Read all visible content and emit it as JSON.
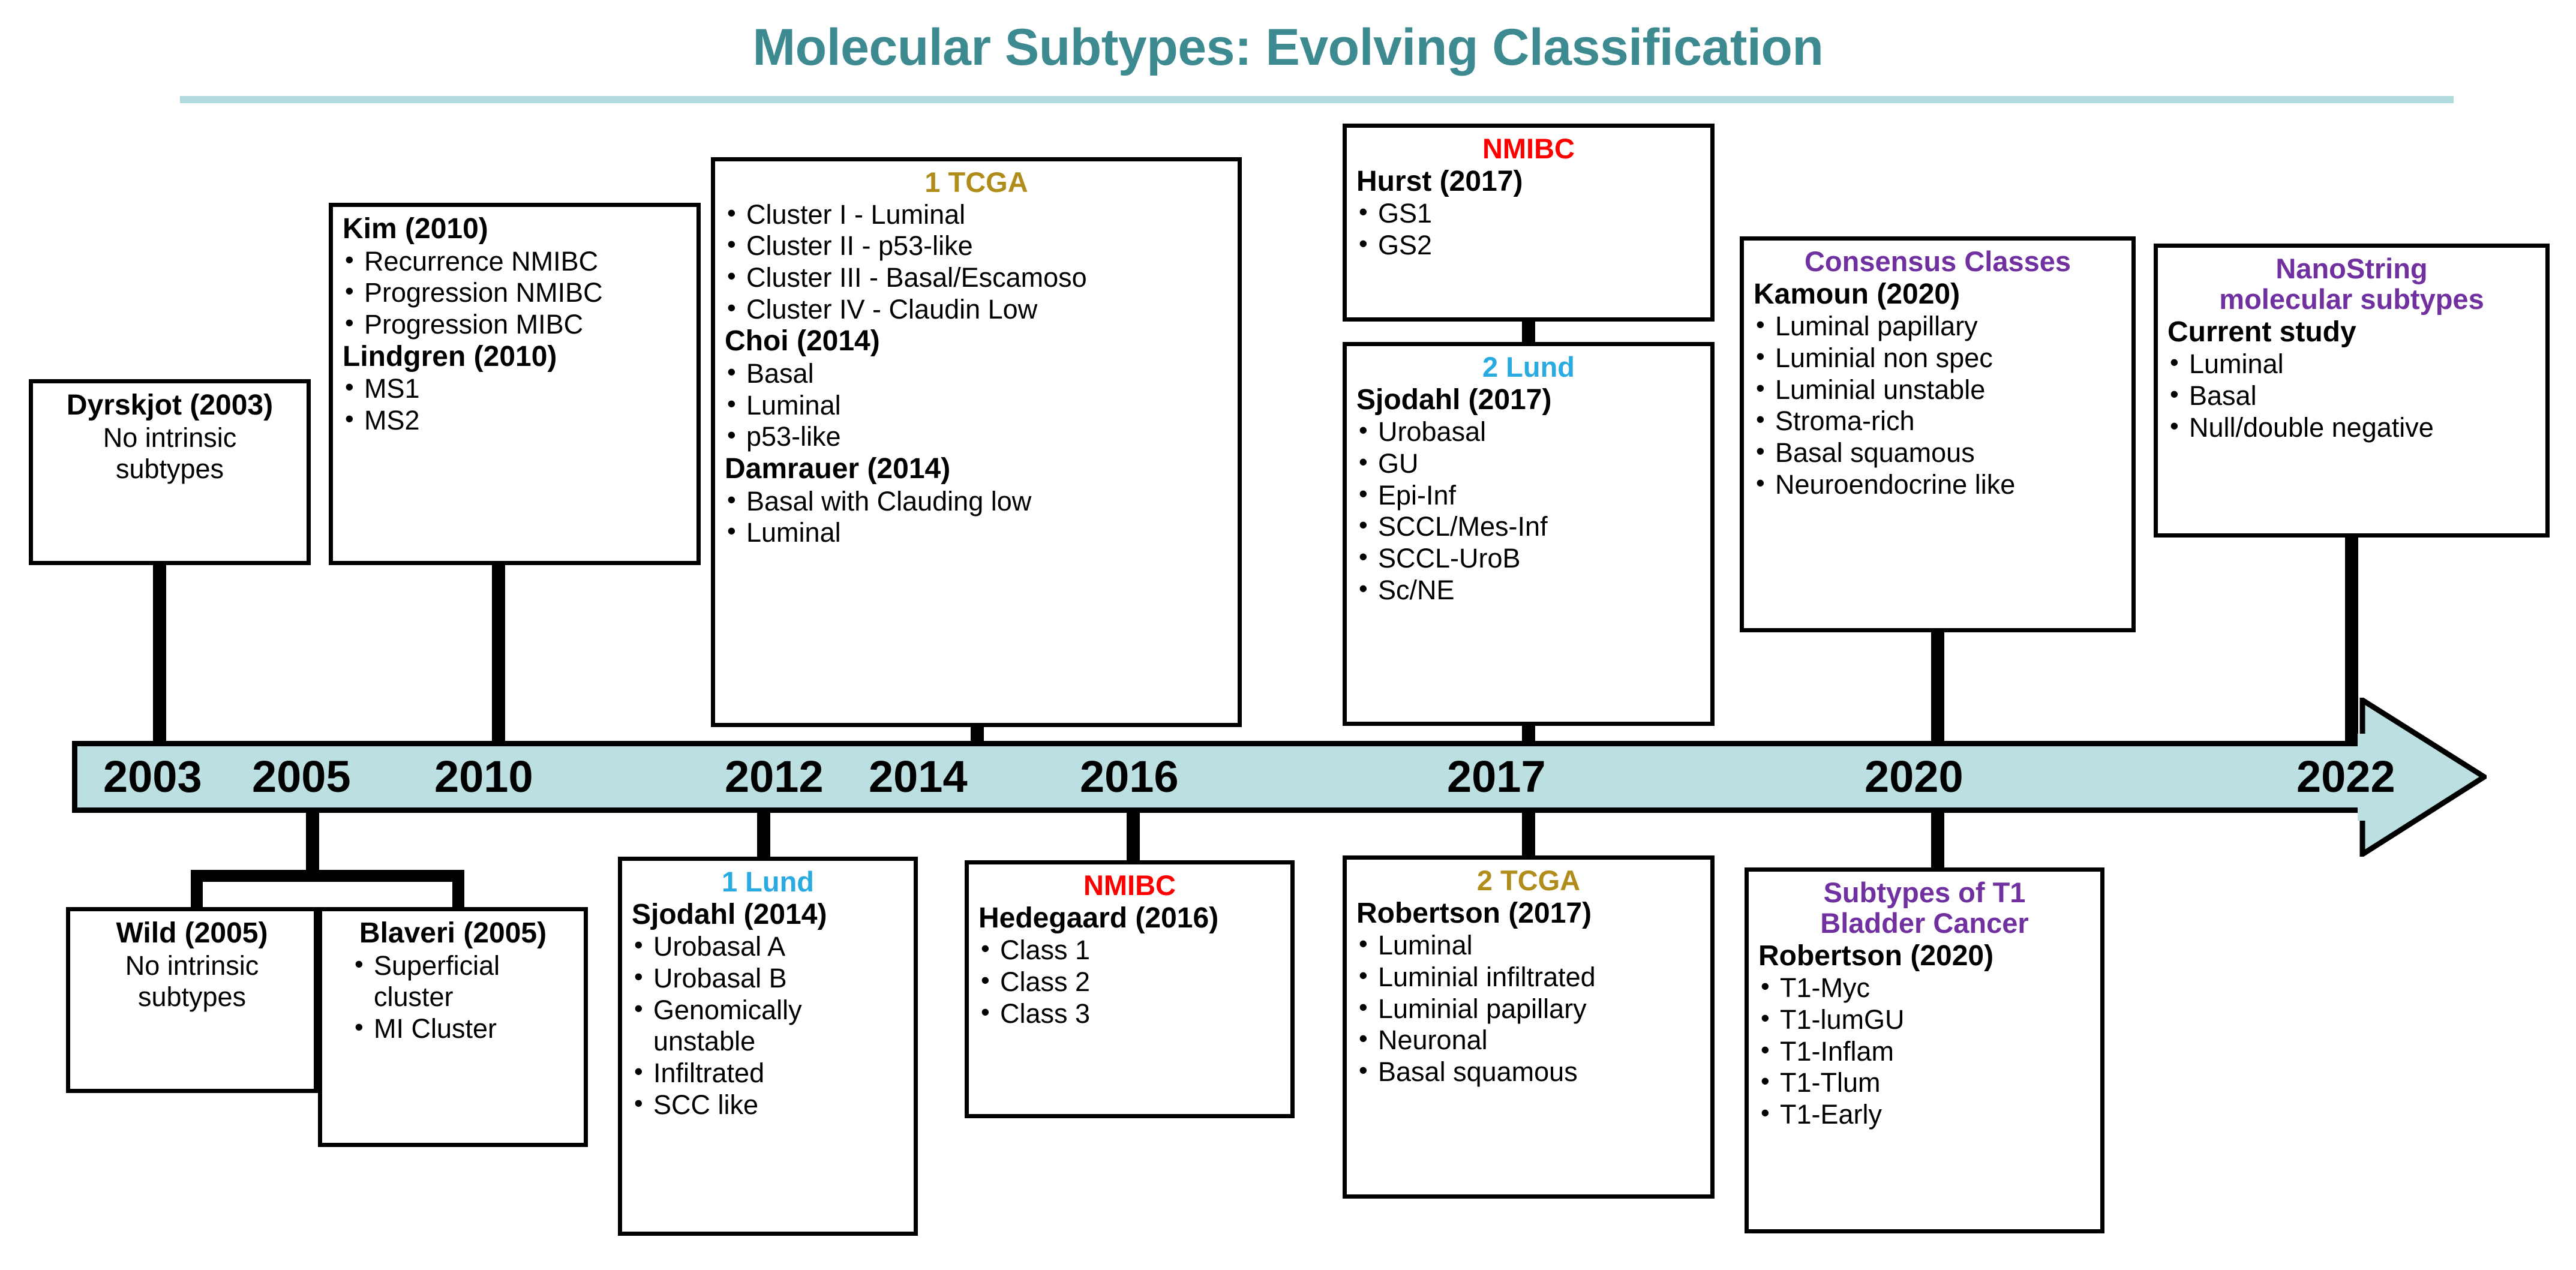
{
  "title": "Molecular Subtypes: Evolving Classification",
  "colors": {
    "title_teal": "#3d8b91",
    "rule_teal": "#b2dbdd",
    "arrow_fill": "#bcdfe1",
    "tcga_gold": "#b08c1a",
    "lund_cyan": "#29ABE2",
    "nmibc_red": "#FF0000",
    "purple": "#7030A0",
    "black": "#000000"
  },
  "timeline": {
    "years": [
      "2003",
      "2005",
      "2010",
      "2012",
      "2014",
      "2016",
      "2017",
      "2020",
      "2022"
    ]
  },
  "boxes": {
    "dyrskjot": {
      "author": "Dyrskjot (2003)",
      "plain": "No intrinsic\nsubtypes"
    },
    "kim_lindgren": {
      "author1": "Kim (2010)",
      "items1": [
        "Recurrence NMIBC",
        "Progression NMIBC",
        "Progression MIBC"
      ],
      "author2": "Lindgren (2010)",
      "items2": [
        "MS1",
        "MS2"
      ]
    },
    "tcga1": {
      "header": "1  TCGA",
      "header_color": "#b08c1a",
      "items": [
        "Cluster I - Luminal",
        "Cluster II - p53-like",
        "Cluster III - Basal/Escamoso",
        "Cluster IV - Claudin Low"
      ],
      "author2": "Choi (2014)",
      "items2": [
        "Basal",
        "Luminal",
        "p53-like"
      ],
      "author3": "Damrauer (2014)",
      "items3": [
        "Basal with Clauding low",
        "Luminal"
      ]
    },
    "hurst": {
      "header": "NMIBC",
      "header_color": "#FF0000",
      "author": "Hurst (2017)",
      "items": [
        "GS1",
        "GS2"
      ]
    },
    "lund2": {
      "header": "2  Lund",
      "header_color": "#29ABE2",
      "author": "Sjodahl (2017)",
      "items": [
        "Urobasal",
        "GU",
        "Epi-Inf",
        "SCCL/Mes-Inf",
        "SCCL-UroB",
        "Sc/NE"
      ]
    },
    "kamoun": {
      "header": "Consensus Classes",
      "header_color": "#7030A0",
      "author": "Kamoun (2020)",
      "items": [
        "Luminal papillary",
        "Luminial non spec",
        "Luminial unstable",
        "Stroma-rich",
        "Basal squamous",
        "Neuroendocrine like"
      ]
    },
    "nanostring": {
      "header": "NanoString\nmolecular subtypes",
      "header_color": "#7030A0",
      "author": "Current study",
      "items": [
        "Luminal",
        "Basal",
        "Null/double negative"
      ]
    },
    "wild": {
      "author": "Wild (2005)",
      "plain": "No intrinsic\nsubtypes"
    },
    "blaveri": {
      "author": "Blaveri (2005)",
      "items": [
        "Superficial cluster",
        "MI Cluster"
      ]
    },
    "lund1": {
      "header": "1  Lund",
      "header_color": "#29ABE2",
      "author": "Sjodahl (2014)",
      "items": [
        "Urobasal A",
        "Urobasal B",
        "Genomically unstable",
        "Infiltrated",
        "SCC like"
      ]
    },
    "hedegaard": {
      "header": "NMIBC",
      "header_color": "#FF0000",
      "author": "Hedegaard (2016)",
      "items": [
        "Class 1",
        "Class 2",
        "Class 3"
      ]
    },
    "tcga2": {
      "header": "2  TCGA",
      "header_color": "#b08c1a",
      "author": "Robertson (2017)",
      "items": [
        "Luminal",
        "Luminial infiltrated",
        "Luminial papillary",
        "Neuronal",
        "Basal squamous"
      ]
    },
    "t1subtypes": {
      "header": "Subtypes of T1\nBladder Cancer",
      "header_color": "#7030A0",
      "author": "Robertson (2020)",
      "items": [
        "T1-Myc",
        "T1-lumGU",
        "T1-Inflam",
        "T1-Tlum",
        "T1-Early"
      ]
    }
  }
}
